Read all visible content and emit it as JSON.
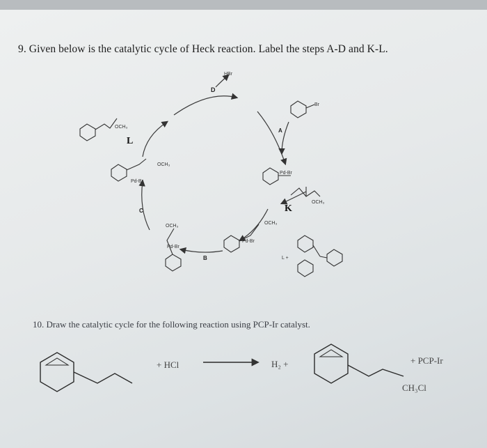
{
  "question9": {
    "text": "9. Given below is the catalytic cycle of Heck reaction. Label the steps A-D and K-L."
  },
  "cycle": {
    "step_labels": [
      "D",
      "A",
      "B",
      "C",
      "K",
      "L"
    ],
    "species_labels": {
      "hbr": "HBr",
      "och3_a": "OCH₃",
      "och3_b": "OCH₃",
      "och3_c": "OCH₃",
      "och3_d": "OCH₃",
      "och3_e": "OCH₃",
      "br": "Br",
      "pd_br_1": "Pd-Br",
      "pd_br_2": "Pd-Br",
      "pd_br_3": "Pd-Br",
      "pd_br_4": "Pd-Br",
      "l_plus": "L +"
    }
  },
  "question10": {
    "text": "10. Draw the catalytic cycle for the following reaction using PCP-Ir catalyst.",
    "reagent": "+ HCl",
    "product_h2": "H₂  +",
    "catalyst": "+ PCP-Ir",
    "solvent": "CH₃Cl"
  }
}
